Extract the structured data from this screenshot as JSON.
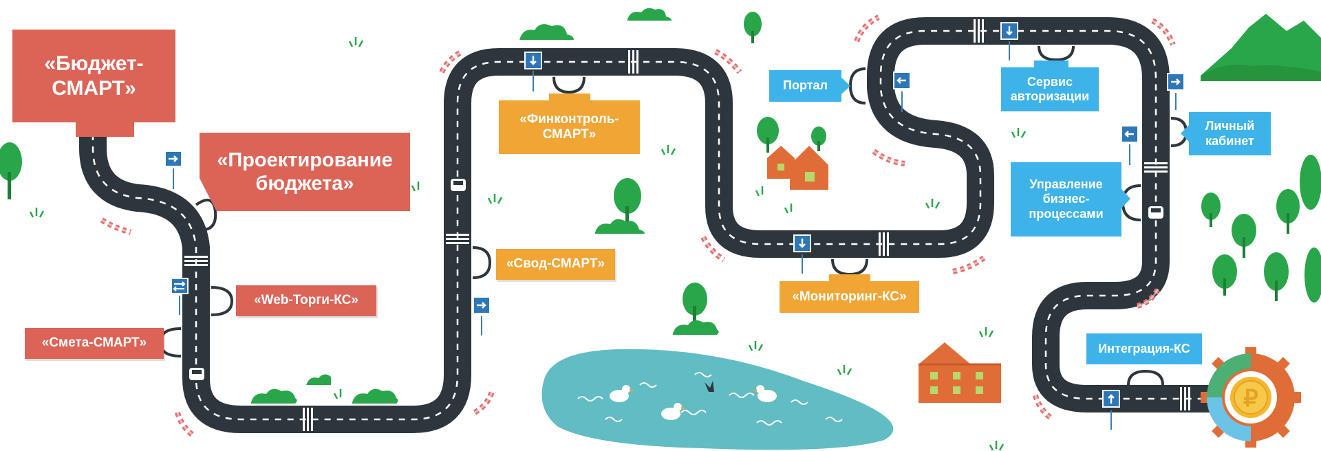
{
  "colors": {
    "road": "#2e363d",
    "road_marking": "#ffffff",
    "red_label": "#dc6457",
    "orange_label": "#f0a535",
    "blue_label": "#3eb3ea",
    "tree_green": "#2aa64a",
    "lake": "#5fbcc2",
    "house": "#e06d37",
    "mountain": "#2aa64a",
    "coin": "#f5b82e"
  },
  "labels": {
    "budget_smart": "«Бюджет-\nСМАРТ»",
    "budget_design": "«Проектирование\nбюджета»",
    "web_torgi": "«Web-Торги-КС»",
    "smeta_smart": "«Смета-СМАРТ»",
    "fincontrol_smart": "«Финконтроль-\nСМАРТ»",
    "svod_smart": "«Свод-СМАРТ»",
    "monitoring_ks": "«Мониторинг-КС»",
    "portal": "Портал",
    "auth_service": "Сервис\nавторизации",
    "personal_cabinet": "Личный\nкабинет",
    "bpm": "Управление\nбизнес-\nпроцессами",
    "integration_ks": "Интеграция-КС"
  },
  "icons": {
    "coin_symbol": "₽",
    "sign_right": "right-arrow-road-sign-icon",
    "sign_left": "left-arrow-road-sign-icon",
    "sign_down": "down-arrow-road-sign-icon",
    "sign_up": "up-arrow-road-sign-icon",
    "sign_both": "two-way-road-sign-icon",
    "car": "car-icon",
    "duck": "duck-icon",
    "tree": "tree-icon",
    "house": "house-icon",
    "barrier": "barrier-icon",
    "gear": "gear-icon"
  }
}
